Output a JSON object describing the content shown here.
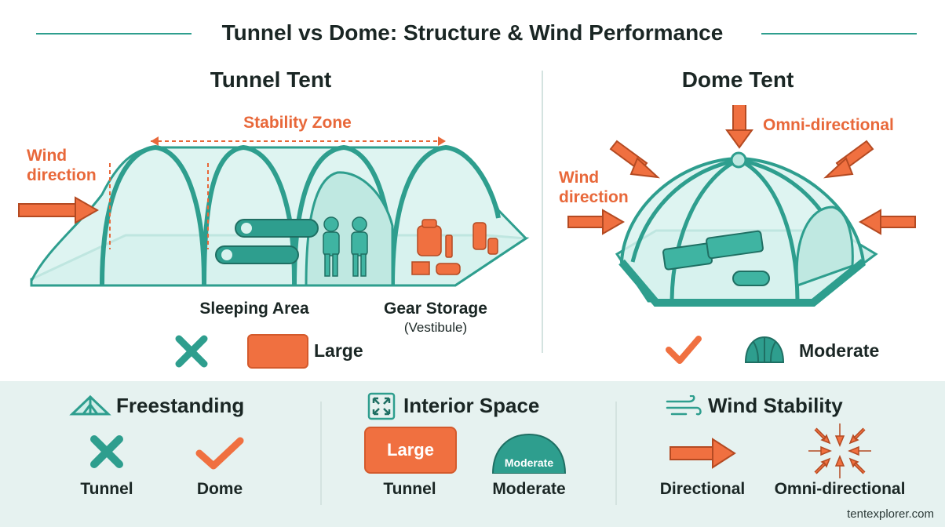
{
  "header": {
    "title": "Tunnel vs Dome: Structure & Wind Performance"
  },
  "tunnel": {
    "title": "Tunnel Tent",
    "stability_zone": "Stability Zone",
    "wind_label_1": "Wind",
    "wind_label_2": "direction",
    "sleeping_area": "Sleeping Area",
    "gear_storage": "Gear Storage",
    "vestibule": "(Vestibule)",
    "space_label": "Large"
  },
  "dome": {
    "title": "Dome Tent",
    "omni_label": "Omni-directional",
    "wind_label_1": "Wind",
    "wind_label_2": "direction",
    "space_label": "Moderate"
  },
  "features": {
    "freestanding": {
      "title": "Freestanding",
      "tunnel": "Tunnel",
      "dome": "Dome"
    },
    "interior": {
      "title": "Interior Space",
      "large_badge": "Large",
      "moderate_badge": "Moderate",
      "tunnel": "Tunnel",
      "dome": "Moderate"
    },
    "wind": {
      "title": "Wind Stability",
      "tunnel": "Directional",
      "dome": "Omni-directional"
    }
  },
  "footer": {
    "site": "tentexplorer.com"
  },
  "colors": {
    "teal": "#2e9e8e",
    "orange": "#f07040",
    "light_teal": "#cfeee9",
    "panel_bg": "#e6f2f0"
  }
}
